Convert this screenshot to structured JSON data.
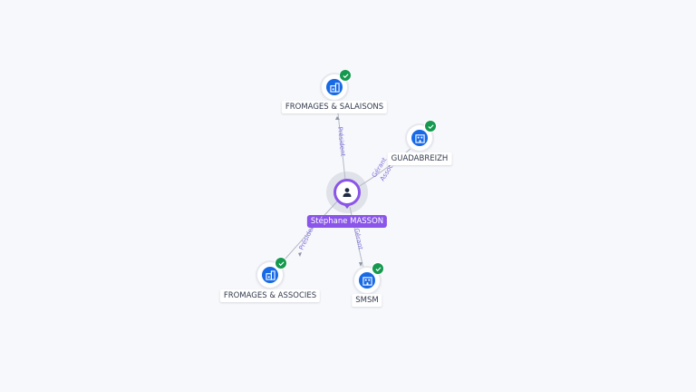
{
  "person": {
    "name": "Stéphane MASSON",
    "icon": "user-icon",
    "color": "#8a55e8"
  },
  "companies": [
    {
      "name": "FROMAGES & SALAISONS",
      "icon": "building-icon",
      "verified": true
    },
    {
      "name": "GUADABREIZH",
      "icon": "building-icon",
      "verified": true
    },
    {
      "name": "FROMAGES & ASSOCIES",
      "icon": "building-icon",
      "verified": true
    },
    {
      "name": "SMSM",
      "icon": "building-icon",
      "verified": true
    }
  ],
  "edges": [
    {
      "target": "FROMAGES & SALAISONS",
      "label": "Président"
    },
    {
      "target": "GUADABREIZH",
      "label": "Gérant",
      "label2": "Associé"
    },
    {
      "target": "FROMAGES & ASSOCIES",
      "label": "Président"
    },
    {
      "target": "SMSM",
      "label": "Gérant"
    }
  ],
  "colors": {
    "company_icon": "#1769e6",
    "verified_badge": "#14994f",
    "edge_label": "#7d71d8",
    "edge_line": "#b3b8c4"
  }
}
